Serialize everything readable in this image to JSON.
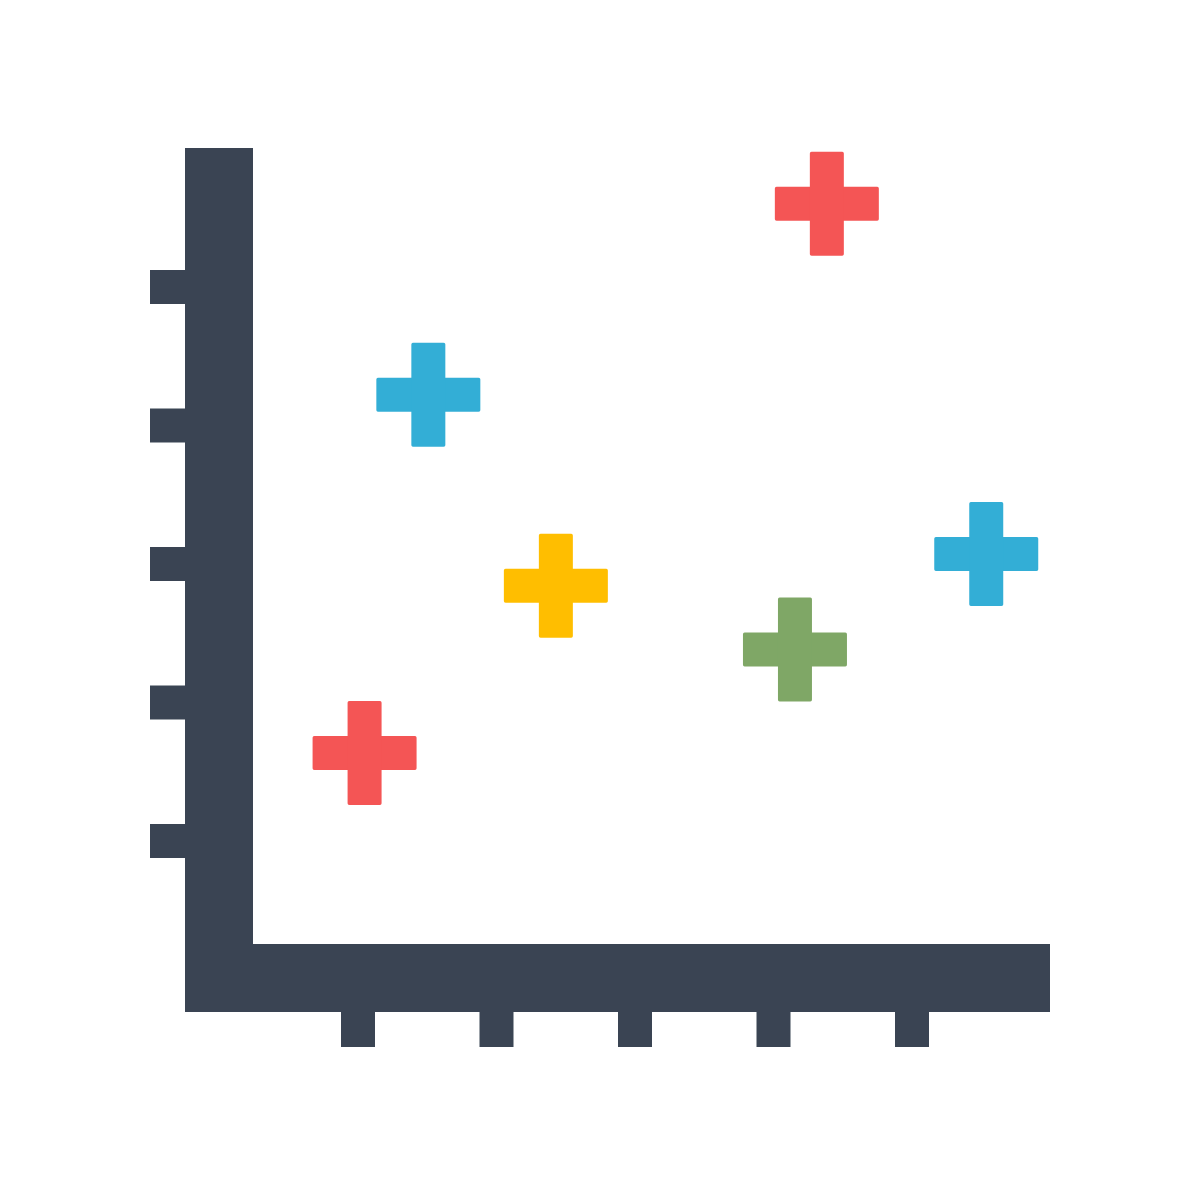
{
  "chart_data": {
    "type": "scatter",
    "title": "",
    "xlabel": "",
    "ylabel": "",
    "x_ticks": 5,
    "y_ticks": 5,
    "grid": false,
    "legend": "none",
    "points": [
      {
        "x": 0.22,
        "y": 0.69,
        "color": "#33AED6"
      },
      {
        "x": 0.72,
        "y": 0.93,
        "color": "#F45555"
      },
      {
        "x": 0.38,
        "y": 0.45,
        "color": "#FFBE00"
      },
      {
        "x": 0.92,
        "y": 0.49,
        "color": "#33AED6"
      },
      {
        "x": 0.68,
        "y": 0.37,
        "color": "#7FA766"
      },
      {
        "x": 0.14,
        "y": 0.24,
        "color": "#F45555"
      }
    ],
    "axis_color": "#3A4453"
  }
}
